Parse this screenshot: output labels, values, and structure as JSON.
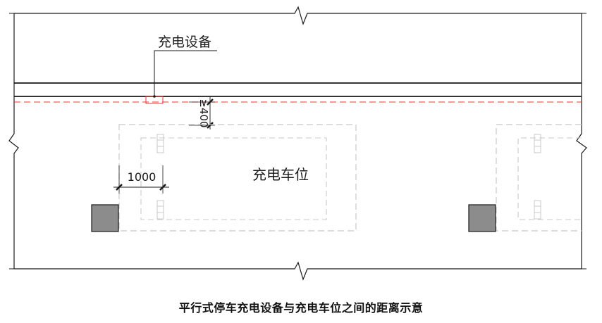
{
  "drawing": {
    "equipment_label": "充电设备",
    "space_label": "充电车位",
    "dim_horizontal": "1000",
    "dim_vertical": "≥400"
  },
  "caption": "平行式停车充电设备与充电车位之间的距离示意",
  "colors": {
    "line": "#1a1a1a",
    "dashed_red": "#e53935",
    "dashed_gray": "#c8c8c8",
    "pillar_fill": "#8c8c8c"
  }
}
